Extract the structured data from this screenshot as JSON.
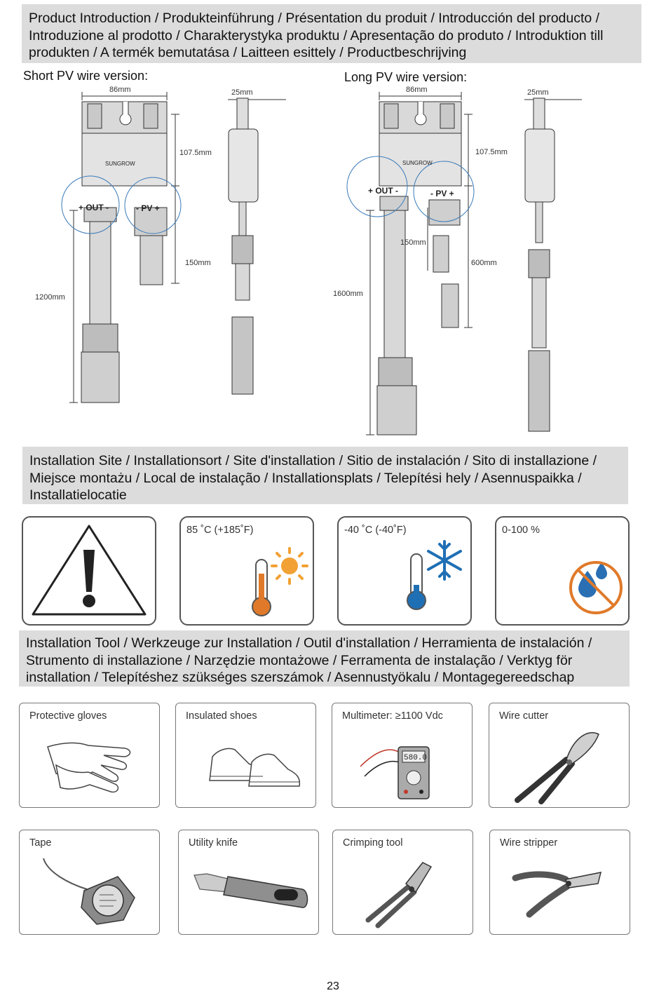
{
  "product_intro": {
    "title": "Product Introduction / Produkteinführung / Présentation du produit / Introducción del producto / Introduzione al prodotto / Charakterystyka produktu / Apresentação do produto / Introduktion till produkten / A termék bemutatása / Laitteen esittely / Productbeschrijving",
    "short_version_label": "Short PV wire version:",
    "long_version_label": "Long PV wire version:",
    "short_dims": {
      "width": "86mm",
      "depth": "25mm",
      "height": "107.5mm",
      "pv_wire": "150mm",
      "out_wire": "1200mm"
    },
    "long_dims": {
      "width": "86mm",
      "depth": "25mm",
      "height": "107.5mm",
      "pv_wire_a": "150mm",
      "pv_wire_b": "600mm",
      "out_wire": "1600mm"
    },
    "device": {
      "brand": "SUNGROW",
      "out_label": "+ OUT -",
      "pv_label": "- PV +"
    }
  },
  "installation_site": {
    "title": "Installation Site / Installationsort / Site d'installation / Sitio de instalación / Sito di installazione / Miejsce montażu / Local de instalação / Installationsplats / Telepítési hely / Asennuspaikka / Installatielocatie",
    "cards": [
      {
        "caption": "",
        "icon": "warning-icon"
      },
      {
        "caption": "85 ˚C (+185˚F)",
        "icon": "hot-thermometer-icon"
      },
      {
        "caption": "-40 ˚C (-40˚F)",
        "icon": "cold-thermometer-icon"
      },
      {
        "caption": "0-100 %",
        "icon": "no-water-icon"
      }
    ]
  },
  "installation_tool": {
    "title": "Installation Tool / Werkzeuge zur Installation / Outil d'installation / Herramienta de instalación / Strumento di installazione / Narzędzie montażowe / Ferramenta de instalação / Verktyg för installation / Telepítéshez szükséges szerszámok / Asennustyökalu / Montagegereedschap",
    "tools": [
      {
        "caption": "Protective gloves",
        "icon": "gloves-icon"
      },
      {
        "caption": "Insulated shoes",
        "icon": "shoes-icon"
      },
      {
        "caption": "Multimeter: ≥1100 Vdc",
        "icon": "multimeter-icon",
        "display": "580.0"
      },
      {
        "caption": "Wire cutter",
        "icon": "wire-cutter-icon"
      },
      {
        "caption": "Tape",
        "icon": "tape-measure-icon"
      },
      {
        "caption": "Utility knife",
        "icon": "utility-knife-icon"
      },
      {
        "caption": "Crimping tool",
        "icon": "crimping-tool-icon"
      },
      {
        "caption": "Wire stripper",
        "icon": "wire-stripper-icon"
      }
    ]
  },
  "page_number": "23",
  "colors": {
    "header_bg": "#dcdcdc",
    "hot_orange": "#e07a2a",
    "cold_blue": "#1f6fb5",
    "water_blue": "#2a6fb3"
  }
}
